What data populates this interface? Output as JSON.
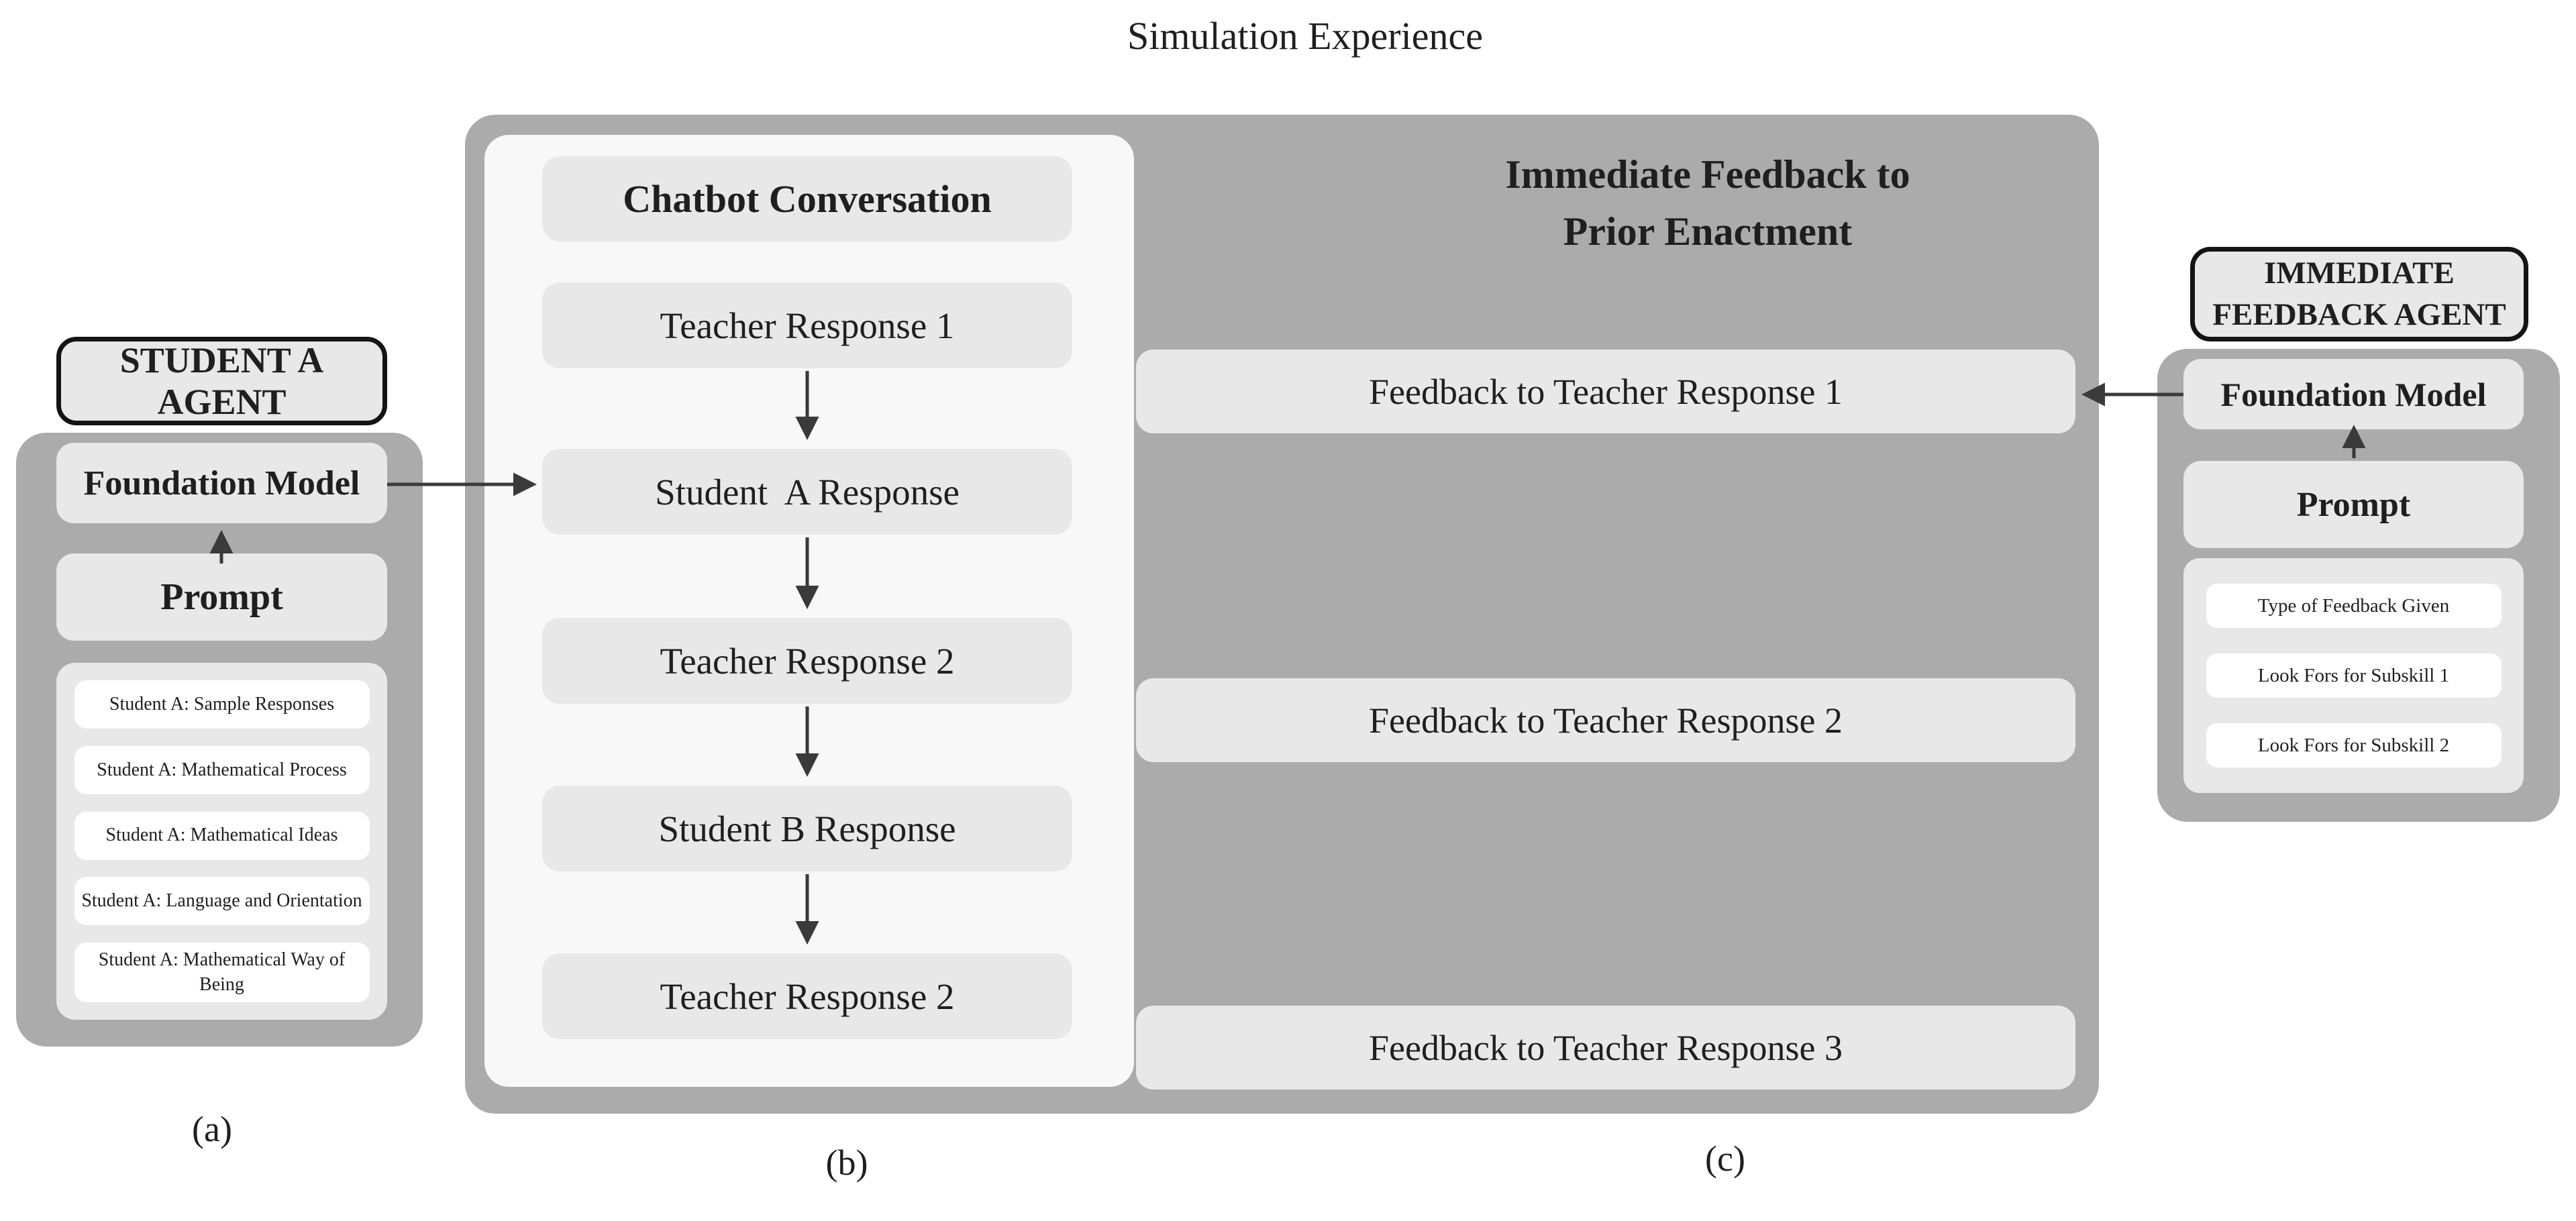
{
  "title": "Simulation Experience",
  "colors": {
    "background": "#ffffff",
    "panel-gray": "#acabab",
    "box-light": "#e9e8e8",
    "panel-white": "#f8f8f8",
    "box-white": "#ffffff",
    "border-black": "#141414",
    "text": "#1f1f1f",
    "arrow": "#3a3a3a"
  },
  "student_agent": {
    "badge": "STUDENT A AGENT",
    "foundation_model": "Foundation Model",
    "prompt": "Prompt",
    "prompt_components": [
      "Student A: Sample Responses",
      "Student A: Mathematical Process",
      "Student A: Mathematical Ideas",
      "Student A: Language and Orientation",
      "Student A: Mathematical Way of Being"
    ],
    "caption": "(a)"
  },
  "conversation": {
    "header": "Chatbot Conversation",
    "turns": [
      "Teacher Response 1",
      "Student  A Response",
      "Teacher Response 2",
      "Student B Response",
      "Teacher Response 2"
    ],
    "caption": "(b)"
  },
  "feedback": {
    "heading_line1": "Immediate Feedback to",
    "heading_line2": "Prior Enactment",
    "items": [
      "Feedback to Teacher Response 1",
      "Feedback to Teacher Response 2",
      "Feedback to Teacher Response 3"
    ],
    "caption": "(c)"
  },
  "feedback_agent": {
    "badge_line1": "IMMEDIATE",
    "badge_line2": "FEEDBACK AGENT",
    "foundation_model": "Foundation Model",
    "prompt": "Prompt",
    "prompt_components": [
      "Type of Feedback Given",
      "Look Fors for Subskill 1",
      "Look Fors for Subskill 2"
    ]
  }
}
